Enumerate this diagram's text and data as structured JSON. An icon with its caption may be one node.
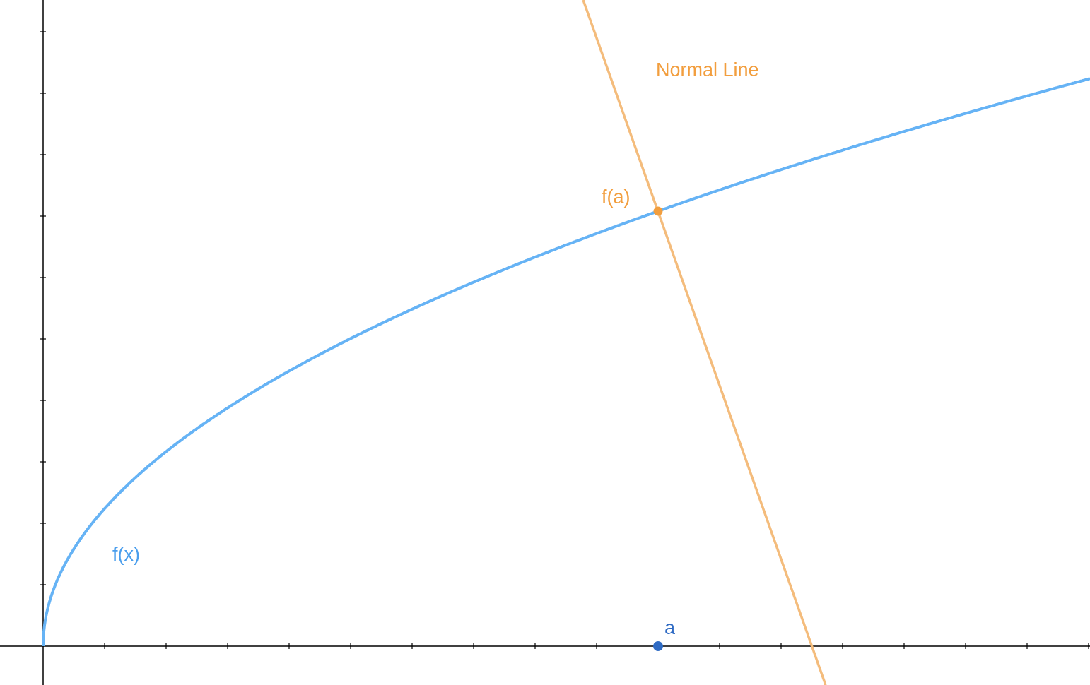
{
  "diagram": {
    "labels": [
      "Normal Line",
      "f(a)",
      "f(x)",
      "a"
    ]
  }
}
